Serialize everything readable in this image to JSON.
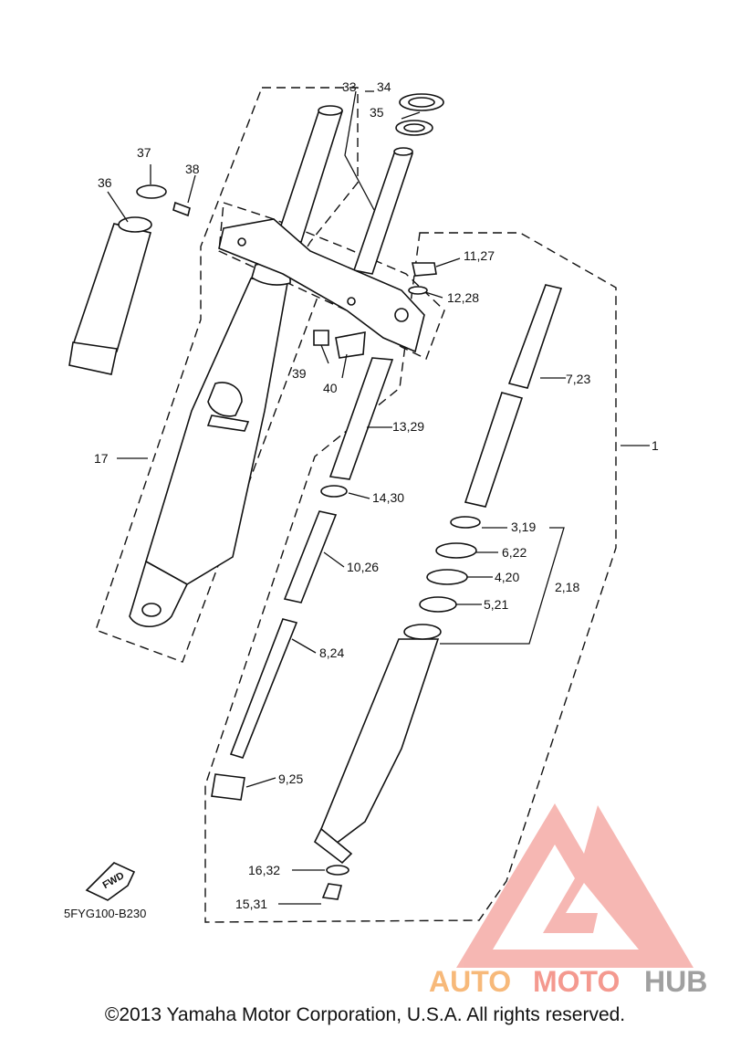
{
  "labels": {
    "l1": "1",
    "l2_18": "2,18",
    "l3_19": "3,19",
    "l4_20": "4,20",
    "l5_21": "5,21",
    "l6_22": "6,22",
    "l7_23": "7,23",
    "l8_24": "8,24",
    "l9_25": "9,25",
    "l10_26": "10,26",
    "l11_27": "11,27",
    "l12_28": "12,28",
    "l13_29": "13,29",
    "l14_30": "14,30",
    "l15_31": "15,31",
    "l16_32": "16,32",
    "l17": "17",
    "l33": "33",
    "l34": "34",
    "l35": "35",
    "l36": "36",
    "l37": "37",
    "l38": "38",
    "l39": "39",
    "l40": "40"
  },
  "fwd_arrow": "FWD",
  "diagram_code": "5FYG100-B230",
  "watermark": {
    "part1": "AUTO",
    "part2": "MOTO",
    "part3": "HUB",
    "color_a": "#f7b97a",
    "color_b": "#f4998f",
    "color_c": "#a0a0a0"
  },
  "copyright": "©2013 Yamaha Motor Corporation, U.S.A. All rights reserved."
}
